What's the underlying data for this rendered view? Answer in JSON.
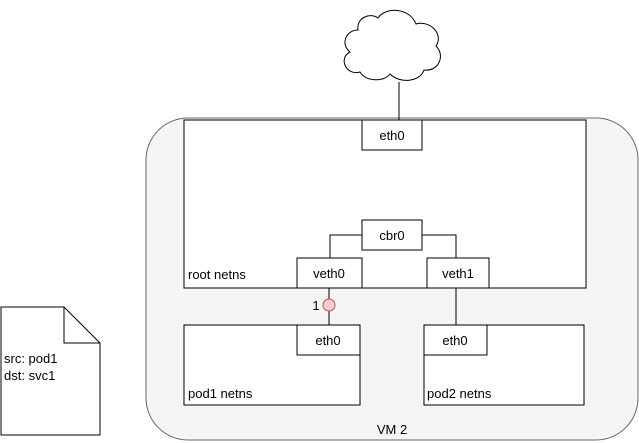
{
  "vm": {
    "label": "VM 2"
  },
  "root_ns": {
    "label": "root netns",
    "eth0": "eth0",
    "bridge": "cbr0",
    "veth0": "veth0",
    "veth1": "veth1"
  },
  "pod1": {
    "label": "pod1 netns",
    "eth0": "eth0"
  },
  "pod2": {
    "label": "pod2 netns",
    "eth0": "eth0"
  },
  "marker": {
    "label": "1"
  },
  "packet": {
    "src": "src: pod1",
    "dst": "dst: svc1"
  },
  "colors": {
    "vm_fill": "#f5f5f5",
    "stroke": "#000000",
    "vm_stroke": "#666666",
    "marker_fill": "#f8cecc",
    "marker_stroke": "#b85450"
  },
  "icons": {
    "cloud": "cloud-icon",
    "packet": "document-icon"
  }
}
